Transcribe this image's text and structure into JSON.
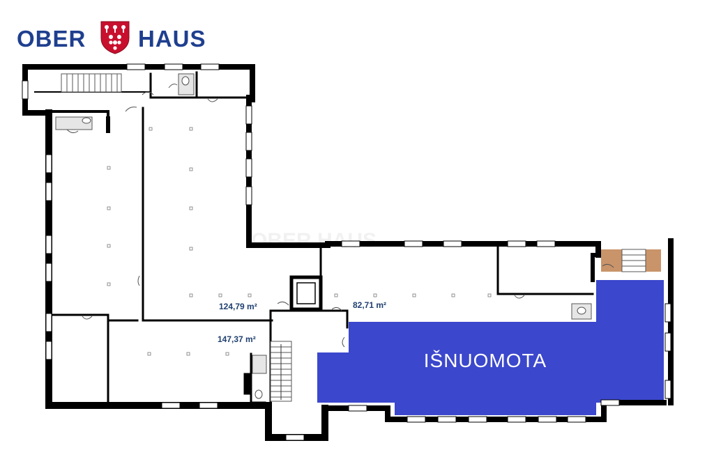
{
  "logo": {
    "left_text": "OBER",
    "right_text": "HAUS",
    "brand_color": "#1f3f8f",
    "shield_color": "#c8102e",
    "shield_icon": "crest-icon"
  },
  "watermark": "OBER HAUS",
  "areas": [
    {
      "label": "124,79 m²"
    },
    {
      "label": "82,71 m²"
    },
    {
      "label": "147,37 m²"
    }
  ],
  "rented_label": "IŠNUOMOTA",
  "colors": {
    "rented_fill": "#3b47cc",
    "wall": "#000000",
    "stair_wood": "#c9946a"
  }
}
